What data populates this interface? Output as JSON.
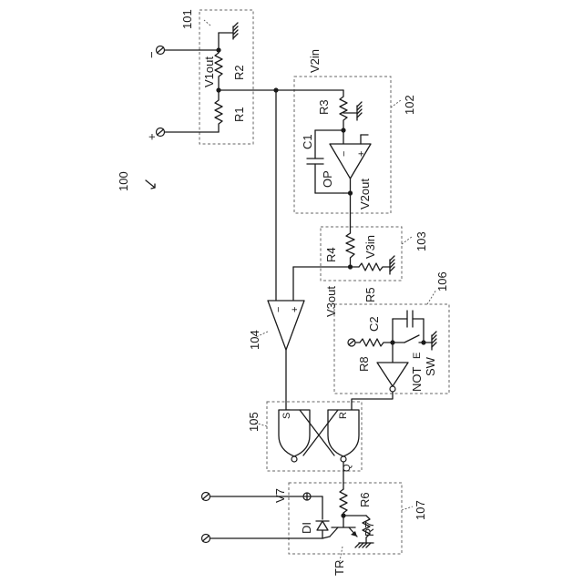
{
  "figure_label": "100",
  "blocks": {
    "b101": "101",
    "b102": "102",
    "b103": "103",
    "b104": "104",
    "b105": "105",
    "b106": "106",
    "b107": "107"
  },
  "components": {
    "r1": "R1",
    "r2": "R2",
    "r3": "R3",
    "r4": "R4",
    "r5": "R5",
    "r6": "R6",
    "r7": "R7",
    "r8": "R8",
    "c1": "C1",
    "c2": "C2",
    "op": "OP",
    "not": "NOT",
    "sw": "SW",
    "di": "DI",
    "tr": "TR",
    "v7": "V7",
    "e": "E"
  },
  "nodes": {
    "v1out": "V1out",
    "v2in": "V2in",
    "v2out": "V2out",
    "v3in": "V3in",
    "v3out": "V3out"
  },
  "pins": {
    "minus": "−",
    "plus": "+",
    "op_minus": "−",
    "op_plus": "+",
    "cmp_minus": "−",
    "cmp_plus": "+",
    "s": "S",
    "r": "R",
    "q": "Q"
  }
}
